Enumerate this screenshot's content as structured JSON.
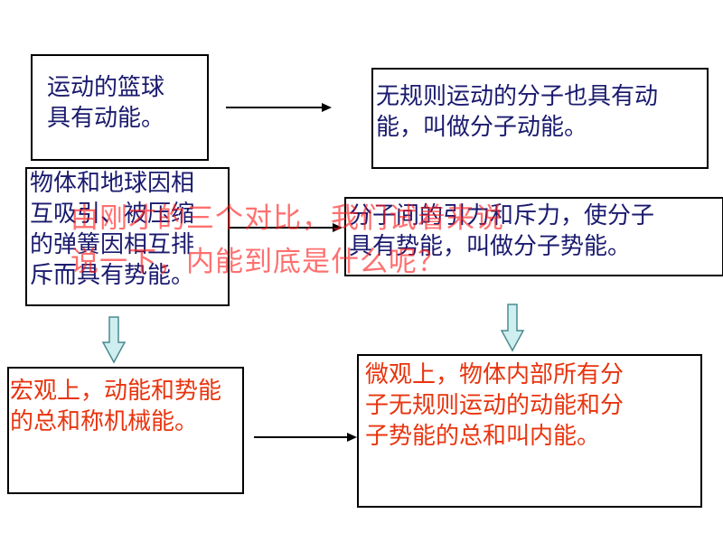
{
  "boxes": {
    "basketball": "运动的篮球\n具有动能。",
    "molecule_kinetic": "无规则运动的分子也具有动\n能，叫做分子动能。",
    "earth": "物体和地球因相\n互吸引、被压缩\n的弹簧因相互排\n斥而具有势能。",
    "molecule_potential": "分子间的引力和斥力，使分子\n具有势能，叫做分子势能。",
    "macro": "宏观上，动能和势能\n的总和称机械能。",
    "micro": "微观上，物体内部所有分\n子无规则运动的动能和分\n子势能的总和叫内能。"
  },
  "overlay": {
    "line1": "由刚才的三个对比，我们试着来说",
    "line2": "说一下，内能到底是什么呢？"
  },
  "colors": {
    "text_navy": "#1a1a6e",
    "text_red": "#e8340e",
    "overlay_red": "#ff1a1a",
    "down_arrow_fill": "#cfeef0",
    "down_arrow_stroke": "#4a8a90"
  }
}
